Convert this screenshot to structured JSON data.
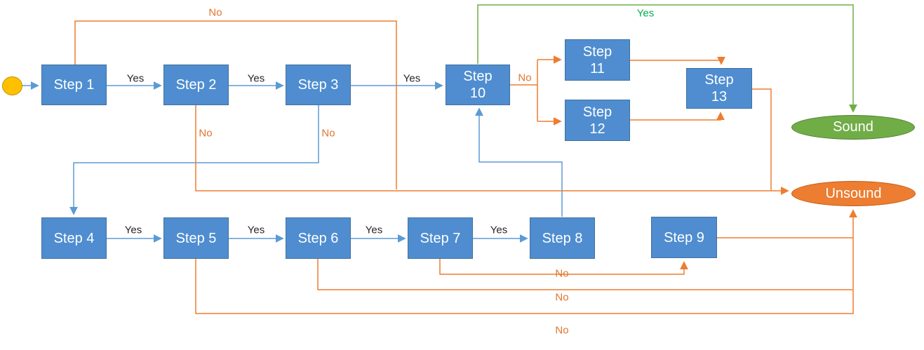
{
  "colors": {
    "node_fill": "#4f8dd0",
    "node_border": "#41719c",
    "node_text": "#ffffff",
    "edge_blue": "#5b9bd5",
    "edge_orange": "#ed7d31",
    "edge_green": "#70ad47",
    "label_yes_dark": "#262626",
    "label_no_orange": "#e0762f",
    "label_yes_green": "#00b050",
    "start_fill": "#ffc000",
    "start_border": "#bf9000",
    "sound_fill": "#70ad47",
    "sound_border": "#507e32",
    "unsound_fill": "#ed7d31",
    "unsound_border": "#c55a11"
  },
  "nodes": {
    "step1": {
      "label": "Step 1"
    },
    "step2": {
      "label": "Step 2"
    },
    "step3": {
      "label": "Step 3"
    },
    "step4": {
      "label": "Step 4"
    },
    "step5": {
      "label": "Step 5"
    },
    "step6": {
      "label": "Step 6"
    },
    "step7": {
      "label": "Step 7"
    },
    "step8": {
      "label": "Step 8"
    },
    "step9": {
      "label": "Step 9"
    },
    "step10": {
      "label": "Step\n10"
    },
    "step11": {
      "label": "Step\n11"
    },
    "step12": {
      "label": "Step\n12"
    },
    "step13": {
      "label": "Step\n13"
    },
    "sound": {
      "label": "Sound"
    },
    "unsound": {
      "label": "Unsound"
    }
  },
  "edge_labels": {
    "step1_yes": {
      "text": "Yes"
    },
    "step2_yes": {
      "text": "Yes"
    },
    "step3_yes": {
      "text": "Yes"
    },
    "step1_no": {
      "text": "No"
    },
    "step2_no": {
      "text": "No"
    },
    "step3_no": {
      "text": "No"
    },
    "step10_no": {
      "text": "No"
    },
    "step10_yes": {
      "text": "Yes"
    },
    "step4_yes": {
      "text": "Yes"
    },
    "step5_yes": {
      "text": "Yes"
    },
    "step6_yes": {
      "text": "Yes"
    },
    "step7_yes": {
      "text": "Yes"
    },
    "step7_no": {
      "text": "No"
    },
    "step6_no": {
      "text": "No"
    },
    "step5_no": {
      "text": "No"
    }
  }
}
